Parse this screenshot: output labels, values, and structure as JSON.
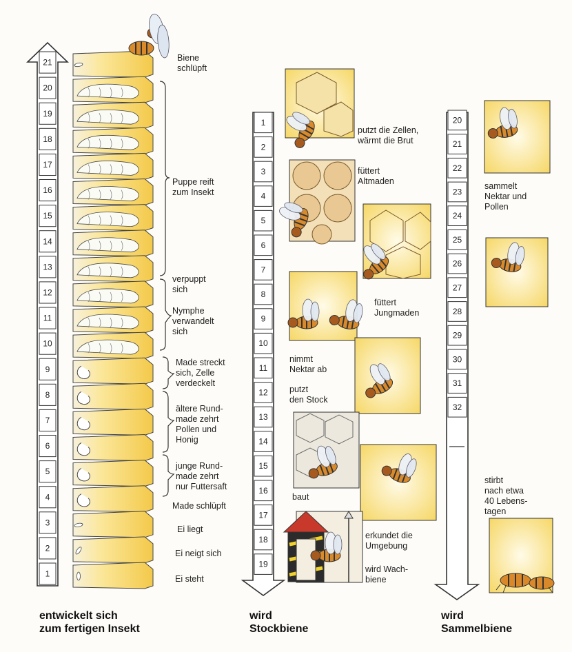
{
  "column_brood": {
    "numbers": [
      "21",
      "20",
      "19",
      "18",
      "17",
      "16",
      "15",
      "14",
      "13",
      "12",
      "11",
      "10",
      "9",
      "8",
      "7",
      "6",
      "5",
      "4",
      "3",
      "2",
      "1"
    ],
    "labels": [
      "Biene\nschlüpft",
      "Puppe reift\nzum Insekt",
      "verpuppt\nsich",
      "Nymphe\nverwandelt\nsich",
      "Made streckt\nsich, Zelle\nverdeckelt",
      "ältere Rund-\nmade zehrt\nPollen und\nHonig",
      "junge Rund-\nmade zehrt\nnur Futtersaft",
      "Made schlüpft",
      "Ei liegt",
      "Ei neigt sich",
      "Ei steht"
    ],
    "title": "entwickelt sich\nzum fertigen Insekt"
  },
  "column_hive": {
    "numbers": [
      "1",
      "2",
      "3",
      "4",
      "5",
      "6",
      "7",
      "8",
      "9",
      "10",
      "11",
      "12",
      "13",
      "14",
      "15",
      "16",
      "17",
      "18",
      "19"
    ],
    "labels": [
      "putzt die Zellen,\nwärmt die Brut",
      "füttert\nAltmaden",
      "füttert\nJungmaden",
      "nimmt\nNektar ab",
      "putzt\nden Stock",
      "baut",
      "erkundet die\nUmgebung",
      "wird Wach-\nbiene"
    ],
    "title": "wird\nStockbiene"
  },
  "column_forager": {
    "numbers": [
      "20",
      "21",
      "22",
      "23",
      "24",
      "25",
      "26",
      "27",
      "28",
      "29",
      "30",
      "31",
      "32"
    ],
    "labels": [
      "sammelt\nNektar und\nPollen",
      "stirbt\nnach etwa\n40 Lebens-\ntagen"
    ],
    "title": "wird\nSammelbiene"
  },
  "icons": [
    "bee-icon",
    "honeycomb-cell-icon",
    "guard-house-icon",
    "dead-bees-icon"
  ]
}
